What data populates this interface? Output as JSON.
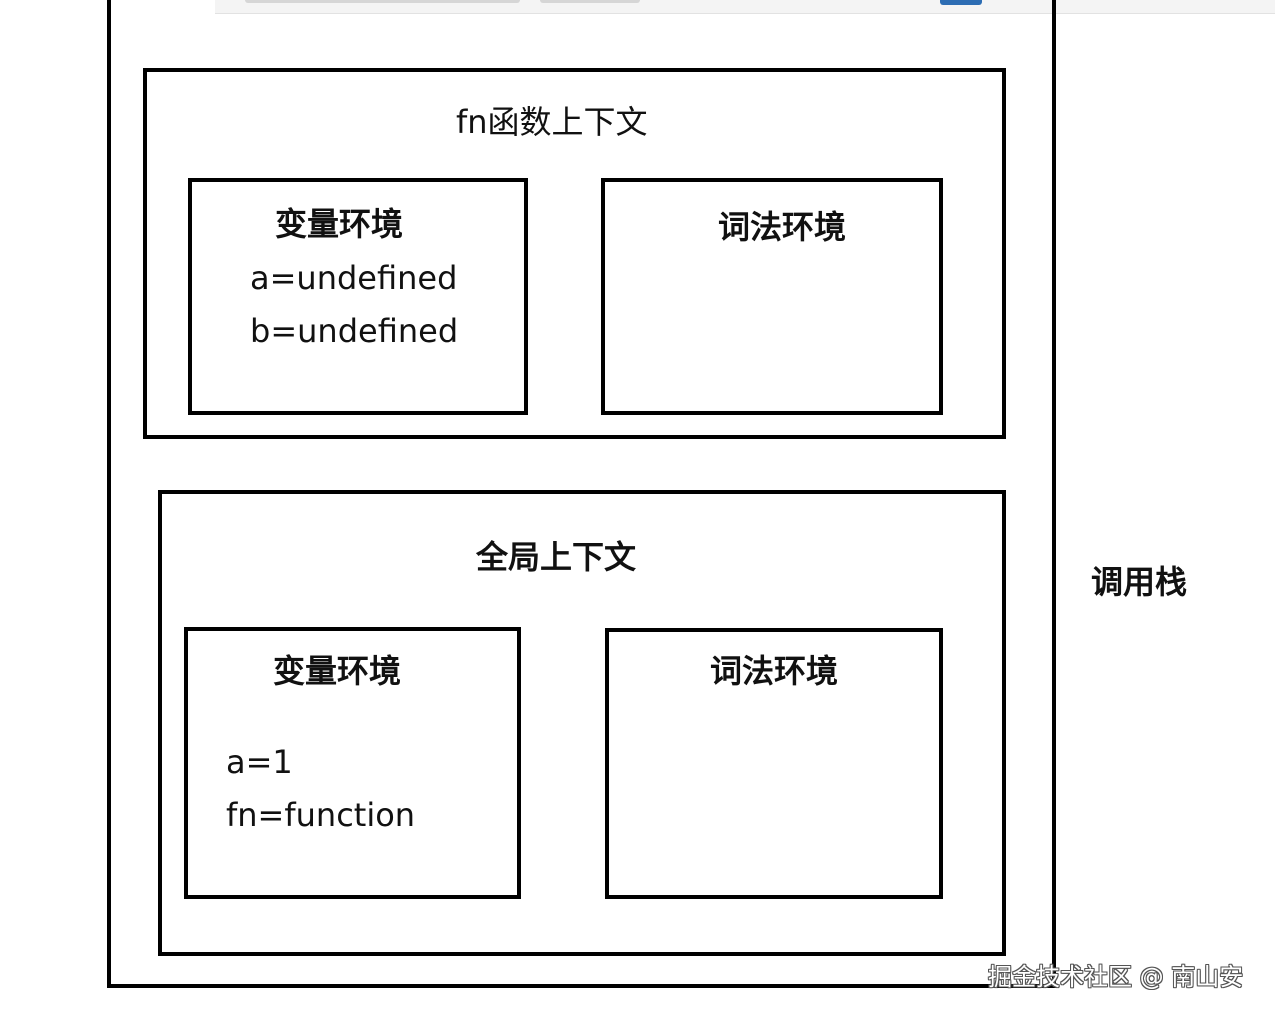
{
  "call_stack": {
    "label": "调用栈",
    "fn_context": {
      "title": "fn函数上下文",
      "variable_environment": {
        "title": "变量环境",
        "entries": [
          "a=undefined",
          "b=undefined"
        ]
      },
      "lexical_environment": {
        "title": "词法环境"
      }
    },
    "global_context": {
      "title": "全局上下文",
      "variable_environment": {
        "title": "变量环境",
        "entries": [
          "a=1",
          "fn=function"
        ]
      },
      "lexical_environment": {
        "title": "词法环境"
      }
    }
  },
  "watermark": "掘金技术社区 @ 南山安"
}
